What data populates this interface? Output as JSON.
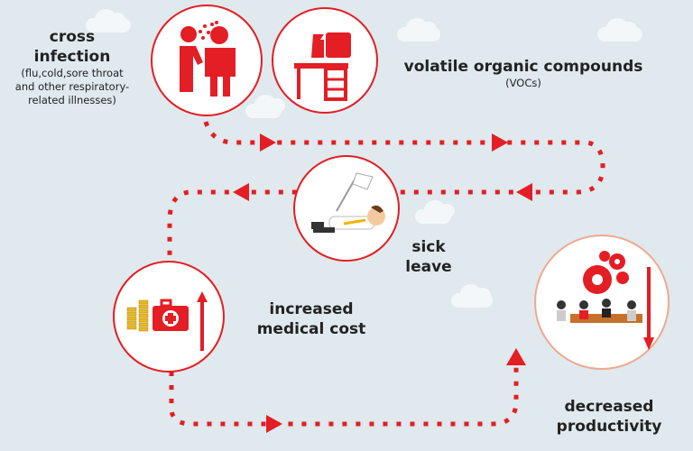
{
  "colors": {
    "accent": "#e31e24",
    "background": "#dfe9ee",
    "productivity_border": "#f0a890"
  },
  "nodes": {
    "cross_infection": {
      "title_line1": "cross",
      "title_line2": "infection",
      "detail_line1": "(flu,cold,sore throat",
      "detail_line2": "and other respiratory-",
      "detail_line3": "related illnesses)",
      "icon": "people-sneezing-icon"
    },
    "vocs": {
      "title": "volatile organic compounds",
      "detail": "(VOCs)",
      "icon": "desk-cleaning-products-icon"
    },
    "sick_leave": {
      "title_line1": "sick",
      "title_line2": "leave",
      "icon": "fallen-worker-white-flag-icon"
    },
    "medical_cost": {
      "title_line1": "increased",
      "title_line2": "medical cost",
      "icon": "first-aid-kit-coins-icon"
    },
    "productivity": {
      "title_line1": "decreased",
      "title_line2": "productivity",
      "icon": "meeting-gears-down-arrow-icon"
    }
  }
}
